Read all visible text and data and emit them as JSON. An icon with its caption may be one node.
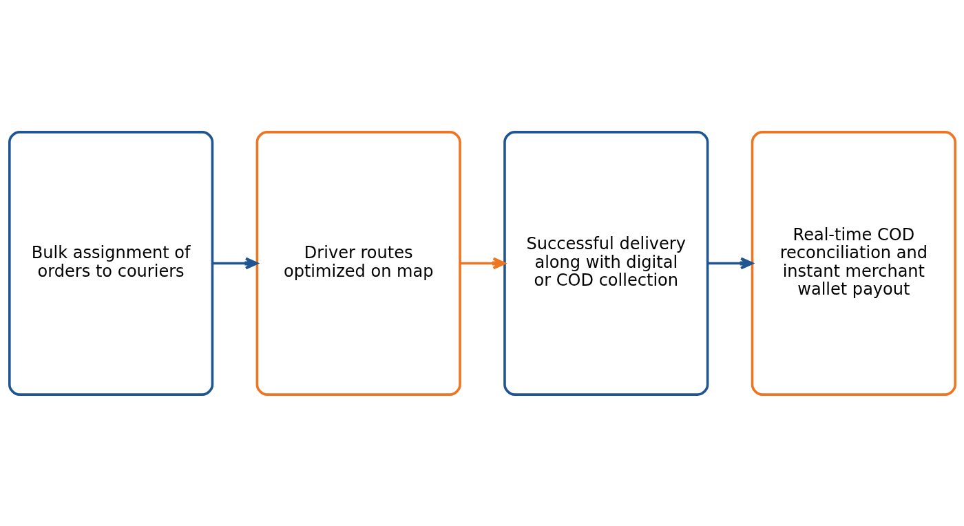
{
  "diagram": {
    "nodes": [
      {
        "text": [
          "Bulk assignment of orders to couriers"
        ]
      },
      {
        "text": [
          "Driver routes optimized on map"
        ]
      },
      {
        "text": [
          "Successful delivery along with digital or COD collection"
        ]
      },
      {
        "text": [
          "Real-time COD reconciliation and instant merchant wallet payout"
        ]
      }
    ],
    "edges": [
      {
        "from": 0,
        "to": 1,
        "arrow": "to"
      },
      {
        "from": 1,
        "to": 2,
        "arrow": "to",
        "color": "#ee7623"
      },
      {
        "from": 2,
        "to": 3,
        "arrow": "to"
      }
    ]
  }
}
